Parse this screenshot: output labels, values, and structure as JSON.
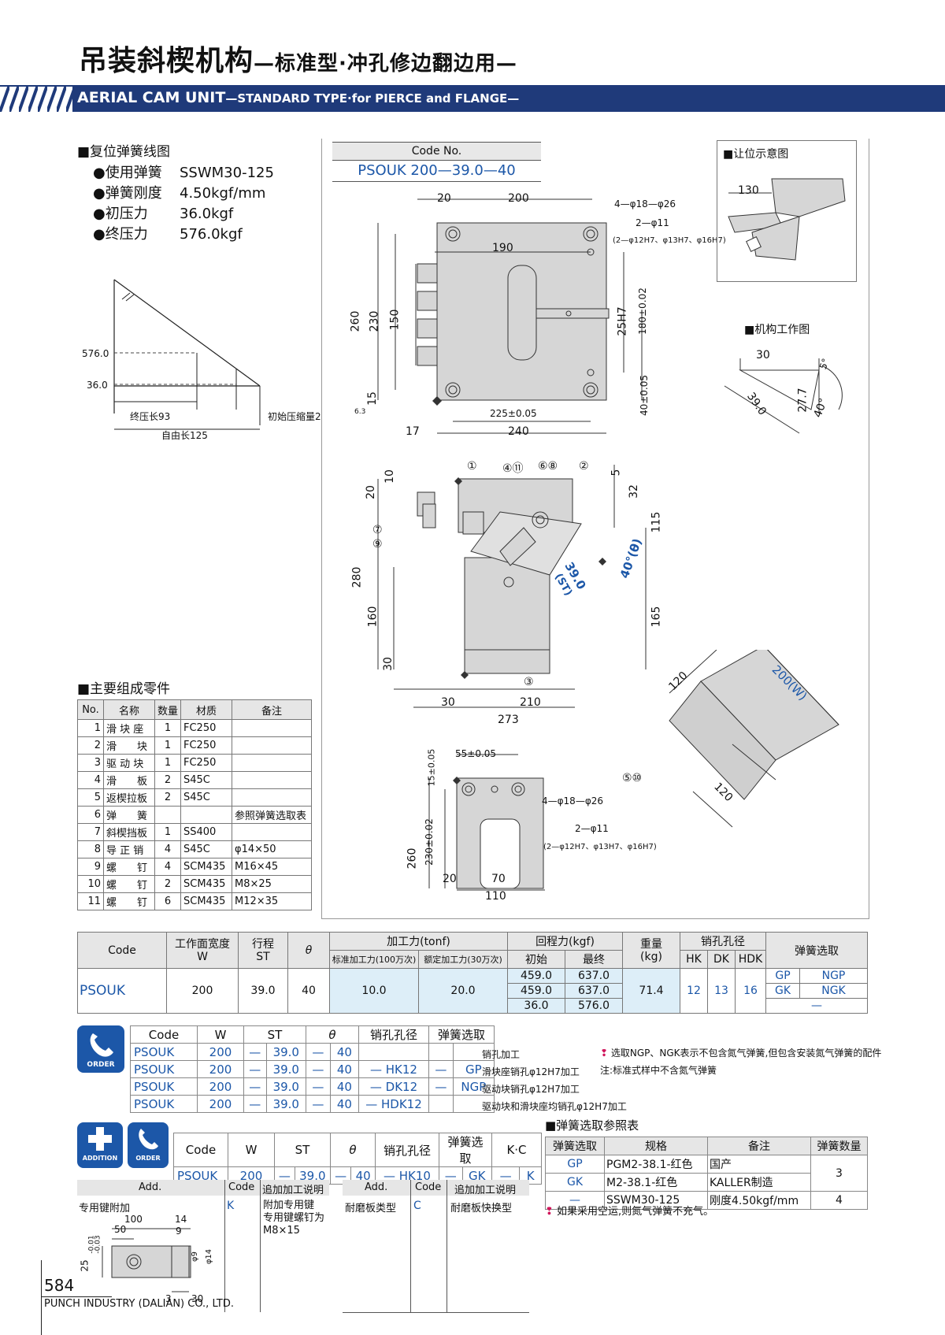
{
  "header": {
    "title_cn": "吊装斜楔机构",
    "title_cn_suffix": "—标准型·冲孔修边翻边用—",
    "title_en": "AERIAL CAM UNIT",
    "title_en_suffix": "—STANDARD TYPE·for PIERCE and FLANGE—"
  },
  "spring_section": {
    "heading": "■复位弹簧线图",
    "rows": [
      {
        "label": "●使用弹簧",
        "value": "SSWM30-125"
      },
      {
        "label": "●弹簧刚度",
        "value": "4.50kgf/mm"
      },
      {
        "label": "●初压力",
        "value": "36.0kgf"
      },
      {
        "label": "●终压力",
        "value": "576.0kgf"
      }
    ],
    "graph": {
      "y_upper": "576.0",
      "y_lower": "36.0",
      "label_final": "终压长93",
      "label_initial": "初始压缩量2",
      "label_free": "自由长125"
    }
  },
  "code_box": {
    "label": "Code No.",
    "value": "PSOUK 200—39.0—40"
  },
  "top_view": {
    "dims": [
      "20",
      "200",
      "190",
      "260",
      "230",
      "150",
      "15",
      "225±0.05",
      "240",
      "17",
      "25H7",
      "180±0.02",
      "40±0.05",
      "6.3"
    ],
    "holes1": "4—φ18—φ26",
    "holes2": "2—φ11",
    "holes2_note": "(2—φ12H7、φ13H7、φ16H7)"
  },
  "clearance": {
    "heading": "■让位示意图",
    "dim": "130"
  },
  "work_diagram": {
    "heading": "■机构工作图",
    "dims": [
      "30",
      "5°",
      "39.0",
      "27.7",
      "40°"
    ]
  },
  "side_view": {
    "dims": [
      "10",
      "20",
      "5",
      "32",
      "115",
      "280",
      "160",
      "30",
      "165",
      "30",
      "210",
      "273"
    ],
    "callouts": [
      "①",
      "④⑪",
      "⑥⑧",
      "②",
      "⑦",
      "⑨",
      "③"
    ],
    "stroke_label": "39.0",
    "stroke_sub": "(ST)",
    "angle_label": "40°(θ)"
  },
  "iso_view": {
    "dims": [
      "120",
      "200(W)",
      "120"
    ],
    "callout": "⑤⑩"
  },
  "front_view": {
    "dims": [
      "55±0.05",
      "15±0.05",
      "260",
      "230±0.02",
      "20",
      "70",
      "110"
    ],
    "holes1": "4—φ18—φ26",
    "holes2": "2—φ11",
    "holes2_note": "(2—φ12H7、φ13H7、φ16H7)"
  },
  "parts": {
    "heading": "■主要组成零件",
    "headers": [
      "No.",
      "名称",
      "数量",
      "材质",
      "备注"
    ],
    "rows": [
      [
        "1",
        "滑 块 座",
        "1",
        "FC250",
        ""
      ],
      [
        "2",
        "滑　　块",
        "1",
        "FC250",
        ""
      ],
      [
        "3",
        "驱 动 块",
        "1",
        "FC250",
        ""
      ],
      [
        "4",
        "滑　　板",
        "2",
        "S45C",
        ""
      ],
      [
        "5",
        "返楔拉板",
        "2",
        "S45C",
        ""
      ],
      [
        "6",
        "弹　　簧",
        "",
        "",
        "参照弹簧选取表"
      ],
      [
        "7",
        "斜楔挡板",
        "1",
        "SS400",
        ""
      ],
      [
        "8",
        "导 正 销",
        "4",
        "S45C",
        "φ14×50"
      ],
      [
        "9",
        "螺　　钉",
        "4",
        "SCM435",
        "M16×45"
      ],
      [
        "10",
        "螺　　钉",
        "2",
        "SCM435",
        "M8×25"
      ],
      [
        "11",
        "螺　　钉",
        "6",
        "SCM435",
        "M12×35"
      ]
    ]
  },
  "main_table": {
    "h_code": "Code",
    "h_w": "工作面宽度",
    "h_w_sub": "W",
    "h_st": "行程",
    "h_st_sub": "ST",
    "h_theta": "θ",
    "h_force": "加工力(tonf)",
    "h_force_std": "标准加工力(100万次)",
    "h_force_rated": "额定加工力(30万次)",
    "h_return": "回程力(kgf)",
    "h_return_init": "初始",
    "h_return_final": "最终",
    "h_weight": "重量",
    "h_weight_unit": "(kg)",
    "h_pin": "销孔孔径",
    "h_hk": "HK",
    "h_dk": "DK",
    "h_hdk": "HDK",
    "h_spring": "弹簧选取",
    "code": "PSOUK",
    "w": "200",
    "st": "39.0",
    "theta": "40",
    "force_std": "10.0",
    "force_rated": "20.0",
    "return_rows": [
      [
        "459.0",
        "637.0"
      ],
      [
        "459.0",
        "637.0"
      ],
      [
        "36.0",
        "576.0"
      ]
    ],
    "weight": "71.4",
    "hk": "12",
    "dk": "13",
    "hdk": "16",
    "spring_rows": [
      [
        "GP",
        "NGP"
      ],
      [
        "GK",
        "NGK"
      ],
      [
        "—",
        ""
      ]
    ]
  },
  "order": {
    "icon_label": "ORDER",
    "headers": [
      "Code",
      "W",
      "ST",
      "θ",
      "销孔孔径",
      "弹簧选取"
    ],
    "rows": [
      [
        "PSOUK",
        "200",
        "—",
        "39.0",
        "—",
        "40",
        "",
        "",
        ""
      ],
      [
        "PSOUK",
        "200",
        "—",
        "39.0",
        "—",
        "40",
        "— HK12",
        "—",
        "GP"
      ],
      [
        "PSOUK",
        "200",
        "—",
        "39.0",
        "—",
        "40",
        "— DK12",
        "—",
        "NGP"
      ],
      [
        "PSOUK",
        "200",
        "—",
        "39.0",
        "—",
        "40",
        "— HDK12",
        "",
        ""
      ]
    ],
    "notes": [
      "销孔加工",
      "滑块座销孔φ12H7加工",
      "驱动块销孔φ12H7加工",
      "驱动块和滑块座均销孔φ12H7加工"
    ],
    "warning": "选取NGP、NGK表示不包含氮气弹簧,但包含安装氮气弹簧的配件",
    "std_note": "注:标准式样中不含氮气弹簧"
  },
  "addition": {
    "icon_add": "ADDITION",
    "icon_order": "ORDER",
    "headers": [
      "Code",
      "W",
      "ST",
      "θ",
      "销孔孔径",
      "弹簧选取",
      "K·C"
    ],
    "row": [
      "PSOUK",
      "200",
      "—",
      "39.0",
      "—",
      "40",
      "— HK10",
      "—",
      "GK",
      "—",
      "K"
    ],
    "add_headers": [
      "Add.",
      "Code",
      "追加加工说明"
    ],
    "item1": {
      "name": "专用键附加",
      "code": "K",
      "desc_lines": [
        "附加专用键",
        "专用键螺钉为",
        "M8×15"
      ]
    },
    "item2": {
      "name": "耐磨板类型",
      "code": "C",
      "desc": "耐磨板快换型"
    },
    "key_dims": [
      "100",
      "50",
      "14",
      "9",
      "25",
      "-0.01",
      "-0.03",
      "φ9",
      "φ14",
      "3",
      "30"
    ]
  },
  "spring_table": {
    "heading": "■弹簧选取参照表",
    "headers": [
      "弹簧选取",
      "规格",
      "备注",
      "弹簧数量"
    ],
    "rows": [
      [
        "GP",
        "PGM2-38.1-红色",
        "国产",
        "3"
      ],
      [
        "GK",
        "M2-38.1-红色",
        "KALLER制造",
        ""
      ],
      [
        "—",
        "SSWM30-125",
        "刚度4.50kgf/mm",
        "4"
      ]
    ],
    "note": "如果采用空运,则氮气弹簧不充气。"
  },
  "footer": {
    "page": "584",
    "company": "PUNCH INDUSTRY (DALIAN) CO., LTD."
  },
  "colors": {
    "accent": "#1c57a8",
    "header_band": "#1f3a7a",
    "light_blue": "#ddeef8"
  }
}
